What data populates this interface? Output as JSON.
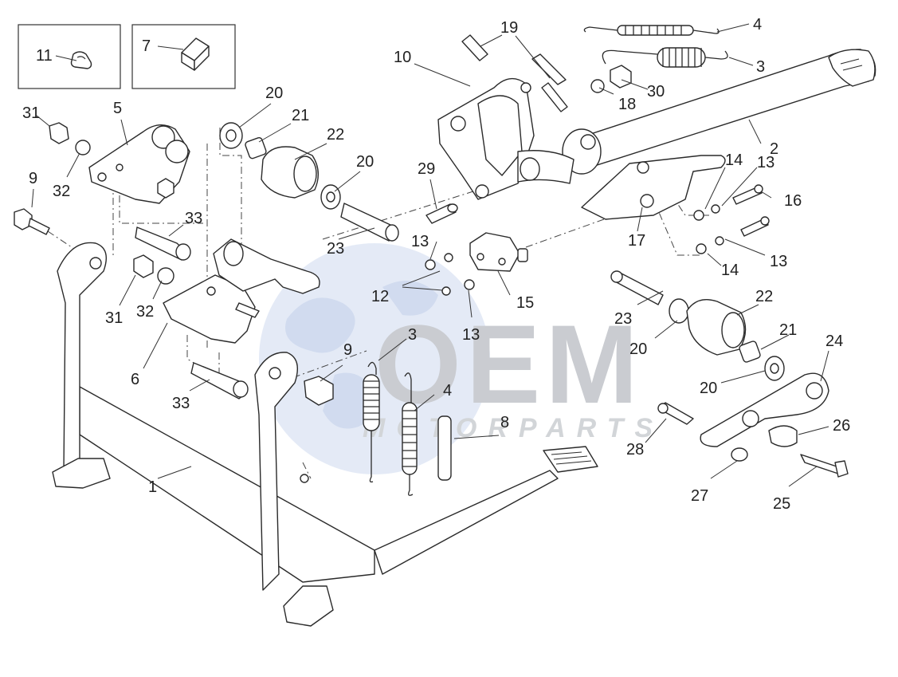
{
  "watermark": {
    "logo_text": "OEM",
    "sub_text": "MOTORPARTS",
    "colors": {
      "globe": "#c9d5ec",
      "letters": "#b9bcc2",
      "sub": "#c4c7cc"
    }
  },
  "callouts": {
    "c1": "1",
    "c2": "2",
    "c3a": "3",
    "c3b": "3",
    "c4a": "4",
    "c4b": "4",
    "c5": "5",
    "c6": "6",
    "c7": "7",
    "c8": "8",
    "c9a": "9",
    "c9b": "9",
    "c10": "10",
    "c11": "11",
    "c12": "12",
    "c13a": "13",
    "c13b": "13",
    "c13c": "13",
    "c13d": "13",
    "c14a": "14",
    "c14b": "14",
    "c15": "15",
    "c16": "16",
    "c17": "17",
    "c18": "18",
    "c19": "19",
    "c20a": "20",
    "c20b": "20",
    "c20c": "20",
    "c20d": "20",
    "c21a": "21",
    "c21b": "21",
    "c22a": "22",
    "c22b": "22",
    "c23a": "23",
    "c23b": "23",
    "c24": "24",
    "c25": "25",
    "c26": "26",
    "c27": "27",
    "c28": "28",
    "c29": "29",
    "c30": "30",
    "c31a": "31",
    "c31b": "31",
    "c32a": "32",
    "c32b": "32",
    "c33a": "33",
    "c33b": "33"
  }
}
